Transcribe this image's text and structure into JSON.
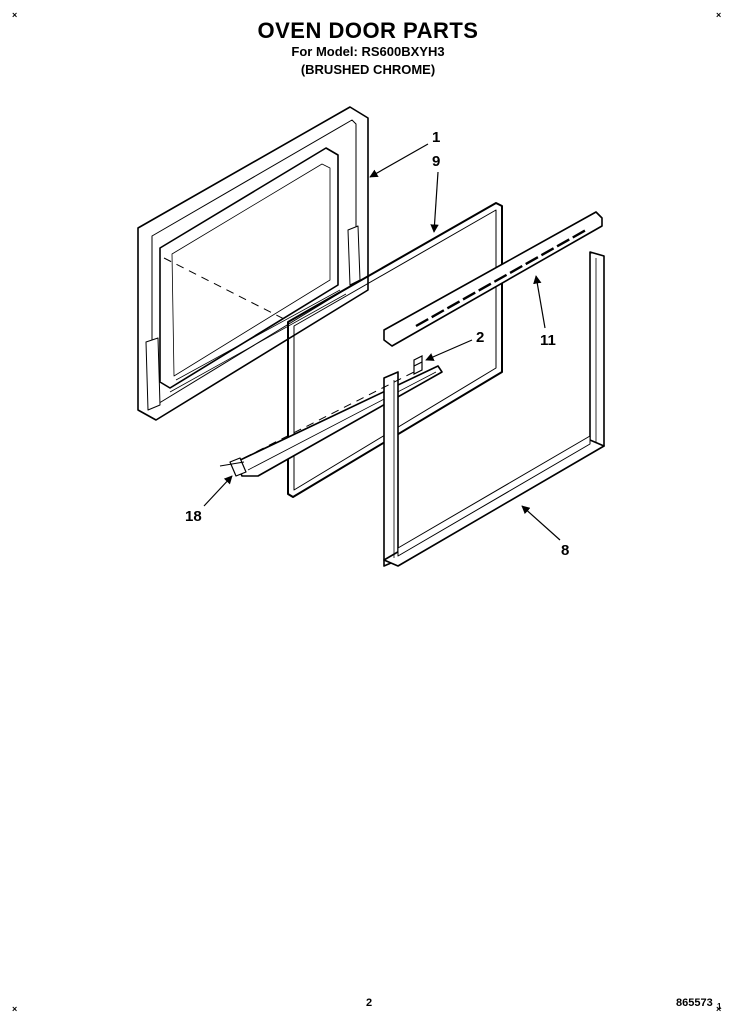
{
  "header": {
    "title": "OVEN DOOR PARTS",
    "model_line": "For Model: RS600BXYH3",
    "finish_line": "(BRUSHED CHROME)"
  },
  "callouts": {
    "door_frame": "1",
    "glass_panel": "9",
    "vent_trim": "11",
    "bracket": "2",
    "hinge_rail": "18",
    "outer_frame": "8"
  },
  "footer": {
    "page_number": "2",
    "doc_number": "865573"
  },
  "marks": {
    "corner": "×",
    "doc_suffix": "1"
  }
}
